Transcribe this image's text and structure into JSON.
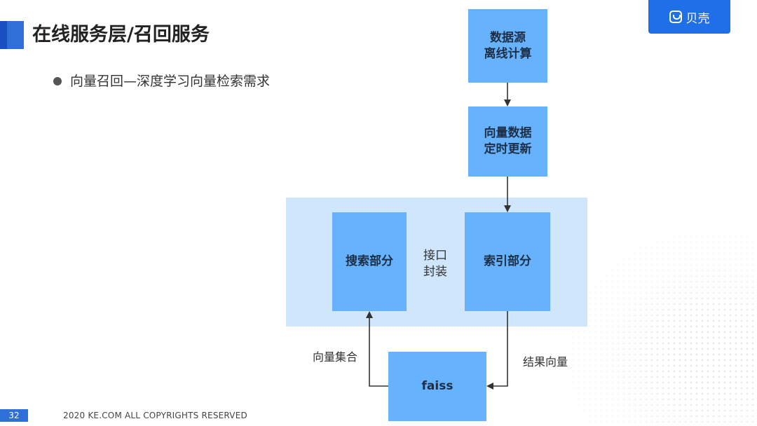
{
  "header": {
    "title": "在线服务层/召回服务",
    "logo_text": "贝壳"
  },
  "bullet": "向量召回—深度学习向量检索需求",
  "diagram": {
    "offline_compute": [
      "数据源",
      "离线计算"
    ],
    "vector_update": [
      "向量数据",
      "定时更新"
    ],
    "search_part": "搜索部分",
    "interface": [
      "接口",
      "封装"
    ],
    "index_part": "索引部分",
    "faiss": "faiss",
    "label_vector_set": "向量集合",
    "label_result_vector": "结果向量"
  },
  "footer": {
    "page_number": "32",
    "copyright": "2020 KE.COM ALL COPYRIGHTS  RESERVED"
  }
}
